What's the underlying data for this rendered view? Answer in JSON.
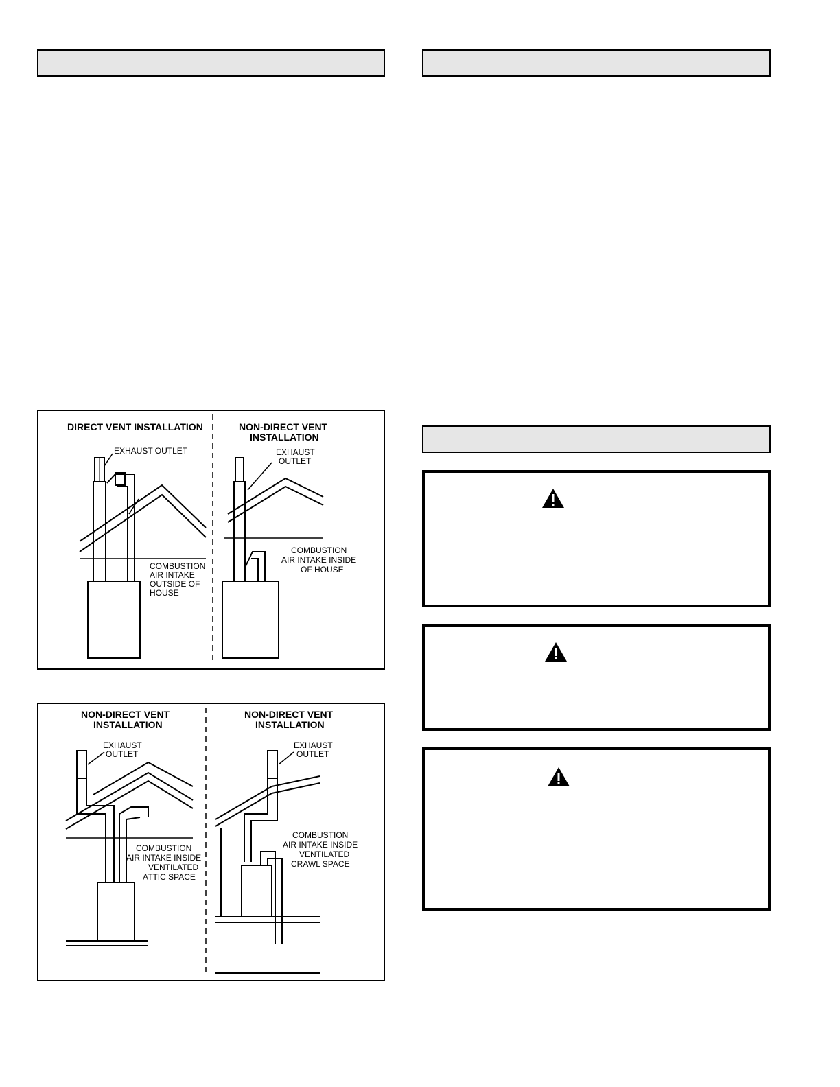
{
  "figure1": {
    "left_title": "DIRECT VENT INSTALLATION",
    "left_exhaust": "EXHAUST  OUTLET",
    "left_intake": [
      "COMBUSTION",
      "AIR INTAKE",
      "OUTSIDE OF",
      "HOUSE"
    ],
    "right_title": [
      "NON-DIRECT VENT",
      "INSTALLATION"
    ],
    "right_exhaust": [
      "EXHAUST",
      "OUTLET"
    ],
    "right_intake": [
      "COMBUSTION",
      "AIR INTAKE INSIDE",
      "OF HOUSE"
    ]
  },
  "figure2": {
    "left_title": [
      "NON-DIRECT VENT",
      "INSTALLATION"
    ],
    "left_exhaust": [
      "EXHAUST",
      "OUTLET"
    ],
    "left_intake": [
      "COMBUSTION",
      "AIR INTAKE INSIDE",
      "VENTILATED",
      "ATTIC SPACE"
    ],
    "right_title": [
      "NON-DIRECT VENT",
      "INSTALLATION"
    ],
    "right_exhaust": [
      "EXHAUST",
      "OUTLET"
    ],
    "right_intake": [
      "COMBUSTION",
      "AIR INTAKE INSIDE",
      "VENTILATED",
      "CRAWL SPACE"
    ]
  }
}
